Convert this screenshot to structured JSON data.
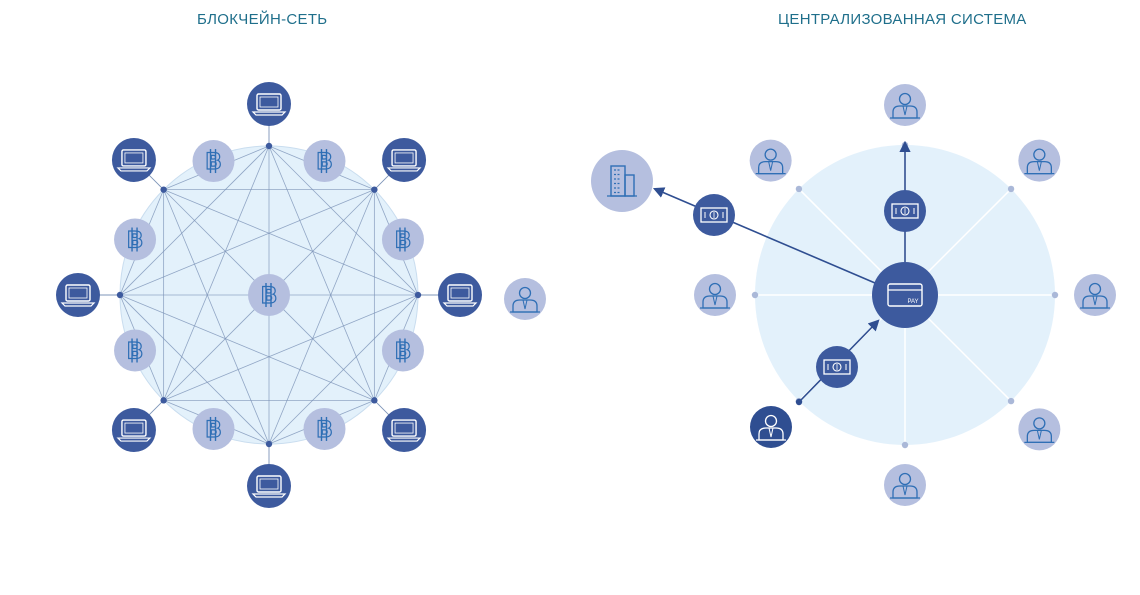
{
  "left_diagram": {
    "title": "БЛОКЧЕЙН-СЕТЬ",
    "node_types": {
      "hub": "laptop-icon",
      "peer": "bitcoin-icon",
      "external": "user-icon"
    }
  },
  "right_diagram": {
    "title": "ЦЕНТРАЛИЗОВАННАЯ СИСТЕМА",
    "center_label": "PAY",
    "center_icon": "credit-card-icon",
    "money_icon": "banknote-icon",
    "bank_icon": "building-icon",
    "user_icon": "user-icon"
  },
  "colors": {
    "title": "#1f6f8b",
    "dark_node": "#3d5a9e",
    "light_node": "#b5bfdf",
    "circle_fill": "#e3f1fb",
    "line": "#7d94b8",
    "active_user": "#2f4e91"
  }
}
